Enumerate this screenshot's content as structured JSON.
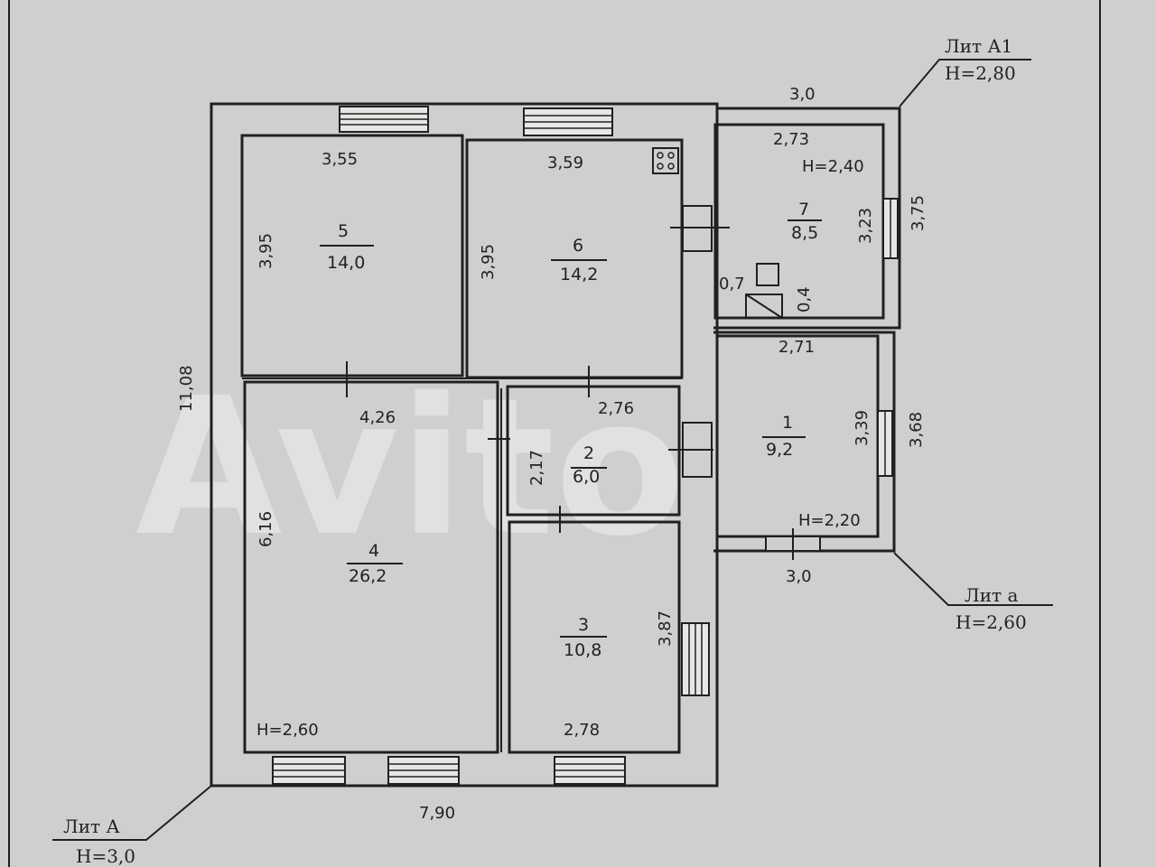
{
  "watermark": "Avito",
  "outer_dims": {
    "total_width": "7,90",
    "total_height": "11,08",
    "annex_top": "3,0",
    "annex_bottom": "3,0",
    "annex_a1_height": "3,75",
    "annex_a_height": "3,68"
  },
  "lit_labels": {
    "A": {
      "name": "Лит А",
      "h": "H=3,0"
    },
    "A1": {
      "name": "Лит А1",
      "h": "H=2,80"
    },
    "a": {
      "name": "Лит а",
      "h": "H=2,60"
    }
  },
  "rooms": [
    {
      "no": "5",
      "area": "14,0",
      "width": "3,55",
      "height": "3,95"
    },
    {
      "no": "6",
      "area": "14,2",
      "width": "3,59",
      "height": "3,95"
    },
    {
      "no": "7",
      "area": "8,5",
      "width": "2,73",
      "height": "3,23",
      "ceiling": "H=2,40",
      "extra1": "0,7",
      "extra2": "0,4"
    },
    {
      "no": "1",
      "area": "9,2",
      "width": "2,71",
      "height": "3,39",
      "ceiling": "H=2,20"
    },
    {
      "no": "2",
      "area": "6,0",
      "width": "2,76",
      "height": "2,17"
    },
    {
      "no": "4",
      "area": "26,2",
      "width": "4,26",
      "height": "6,16",
      "ceiling": "H=2,60"
    },
    {
      "no": "3",
      "area": "10,8",
      "width": "2,78",
      "height": "3,87"
    }
  ]
}
